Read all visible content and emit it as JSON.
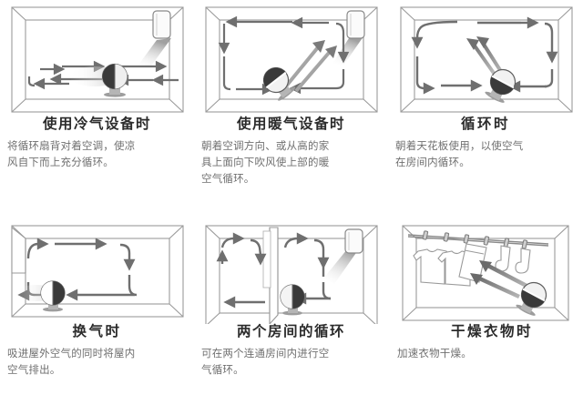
{
  "document": {
    "kind": "instructional-diagram-sheet",
    "language": "zh-CN",
    "background_color": "#ffffff",
    "line_color": "#8c8c8c",
    "arrow_color": "#6b6b6b",
    "title_color": "#2b2b2b",
    "body_color": "#6f6f6f",
    "columns": 3,
    "rows": 2
  },
  "panels": [
    {
      "index": 1,
      "title": "使用冷气设备时",
      "body": "将循环扇背对着空调，使凉风自下而上充分循环。",
      "body_lines": [
        "将循环扇背对着空调，使凉",
        "风自下而上充分循环。"
      ],
      "scene": {
        "room": "perspective-box",
        "fan": {
          "position": "center-floor",
          "orientation": "vertical-left-facing",
          "shade": "half-dark-left"
        },
        "appliance": "air-conditioner-wall-unit-top-right",
        "airflow_arrows": 6,
        "airflow_pattern": "low-level-back-and-forth"
      }
    },
    {
      "index": 2,
      "title": "使用暖气设备时",
      "body": "朝着空调方向、或从高的家具上面向下吹风使上部的暖空气循环。",
      "body_lines": [
        "朝着空调方向、或从高的家",
        "具上面向下吹风使上部的暖",
        "空气循环。"
      ],
      "scene": {
        "room": "perspective-box",
        "fan": {
          "position": "center-floor",
          "orientation": "tilted-up-right",
          "shade": "diagonal-stripes"
        },
        "appliance": "air-conditioner-wall-unit-top-right",
        "airflow_arrows": 7,
        "airflow_pattern": "diagonal-up-then-loop-down"
      }
    },
    {
      "index": 3,
      "title": "循环时",
      "body": "朝着天花板使用，以使空气在房间内循环。",
      "body_lines": [
        "朝着天花板使用，以使空气",
        "在房间内循环。"
      ],
      "scene": {
        "room": "perspective-box",
        "fan": {
          "position": "center-right-floor",
          "orientation": "tilted-up-left",
          "shade": "diagonal-stripes"
        },
        "appliance": "none",
        "airflow_arrows": 8,
        "airflow_pattern": "full-room-loop"
      }
    },
    {
      "index": 4,
      "title": "换气时",
      "body": "吸进屋外空气的同时将屋内空气排出。",
      "body_lines": [
        "吸进屋外空气的同时将屋内",
        "空气排出。"
      ],
      "scene": {
        "room": "perspective-box",
        "fan": {
          "position": "left-floor",
          "orientation": "vertical-left-facing",
          "shade": "half-dark-left"
        },
        "appliance": "open-window-left-wall",
        "airflow_arrows": 6,
        "airflow_pattern": "intake-and-exhaust-loop"
      }
    },
    {
      "index": 5,
      "title": "两个房间的循环",
      "body": "可在两个连通房间内进行空气循环。",
      "body_lines": [
        "可在两个连通房间内进行空",
        "气循环。"
      ],
      "scene": {
        "room": "two-connected-rooms-with-doorway",
        "fan": {
          "position": "center-right-floor",
          "orientation": "vertical-left-facing",
          "shade": "half-dark-right"
        },
        "appliance": "air-conditioner-wall-unit-top-right",
        "airflow_arrows": 8,
        "airflow_pattern": "cross-room-circulation"
      }
    },
    {
      "index": 6,
      "title": "干燥衣物时",
      "body": "加速衣物干燥。",
      "body_lines": [
        "加速衣物干燥。"
      ],
      "scene": {
        "room": "perspective-box",
        "fan": {
          "position": "right-floor",
          "orientation": "tilted-up-left",
          "shade": "diagonal-stripes"
        },
        "appliance": "clothesline-with-laundry",
        "laundry_items": [
          "t-shirt",
          "t-shirt",
          "towel",
          "sock",
          "sock"
        ],
        "clothespins": 6,
        "airflow_arrows": 2,
        "airflow_pattern": "directed-at-laundry"
      }
    }
  ]
}
